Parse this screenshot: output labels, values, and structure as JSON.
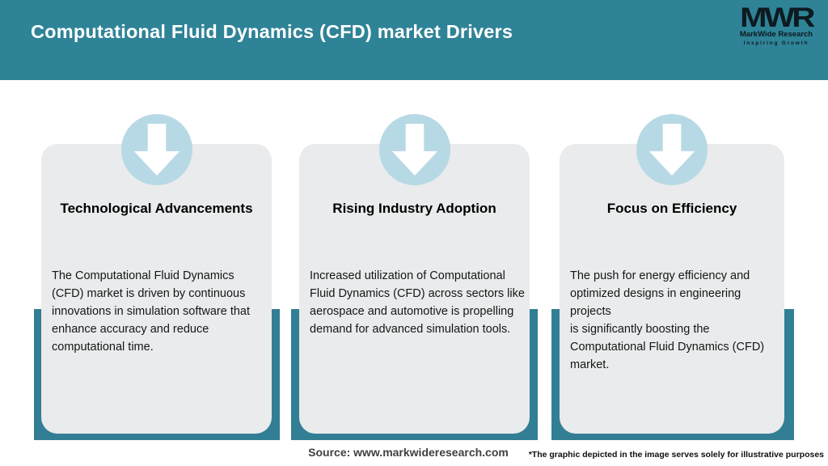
{
  "header": {
    "title": "Computational Fluid Dynamics (CFD) market Drivers",
    "logo": {
      "monogram": "MWR",
      "name": "MarkWide Research",
      "tagline": "Inspiring Growth"
    }
  },
  "cards": [
    {
      "icon": "down-arrow-icon",
      "title": "Technological Advancements",
      "body": "The Computational Fluid Dynamics\n(CFD) market is driven by continuous\ninnovations in simulation software that\nenhance accuracy and reduce\ncomputational time."
    },
    {
      "icon": "down-arrow-icon",
      "title": "Rising Industry Adoption",
      "body": "Increased utilization of Computational\nFluid Dynamics (CFD) across sectors like\naerospace and automotive is propelling\ndemand for advanced simulation tools."
    },
    {
      "icon": "down-arrow-icon",
      "title": "Focus on Efficiency",
      "body": "The push for energy efficiency and\noptimized designs in engineering projects\nis significantly boosting the\nComputational Fluid Dynamics (CFD)\nmarket."
    }
  ],
  "footer": {
    "source": "Source: www.markwideresearch.com",
    "disclaimer": "*The graphic depicted in the image serves solely for illustrative purposes"
  },
  "colors": {
    "header_teal": "#2F8397",
    "pedestal_teal": "#327E95",
    "card_gray": "#E9EBEC",
    "circle_blue": "#B7D9E5"
  }
}
